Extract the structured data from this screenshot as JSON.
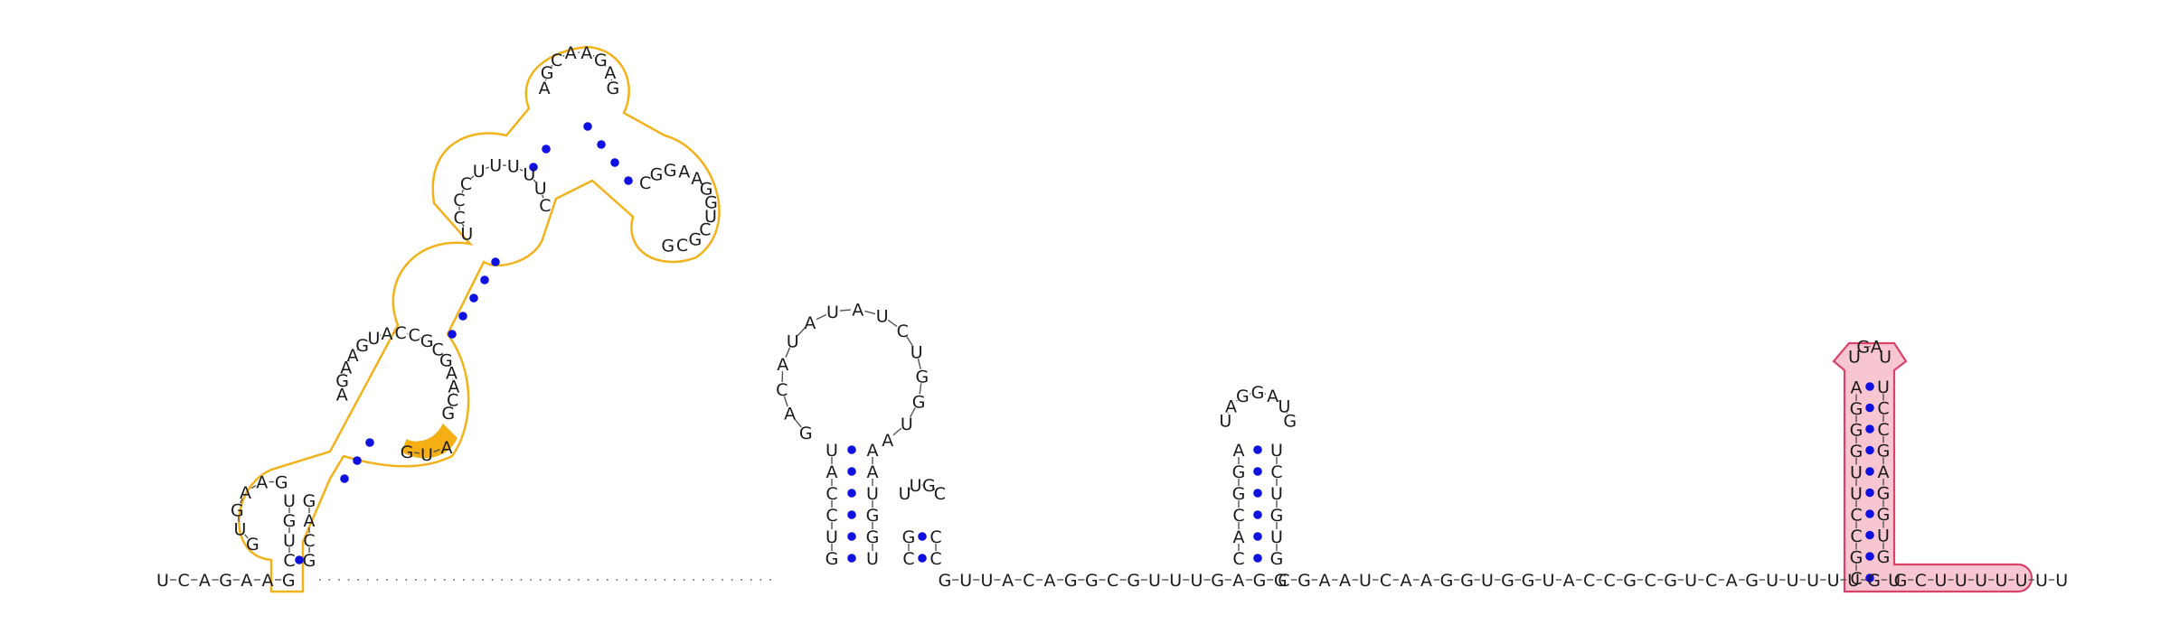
{
  "colors": {
    "highlight_yellow_stroke": "#f1b21b",
    "highlight_yellow_fill": "#ffffff",
    "highlight_yellow_solid": "#f6ae15",
    "highlight_pink_stroke": "#d9426b",
    "highlight_pink_fill": "#f7c6d0",
    "pair_dot": "#1010e0",
    "backbone": "#555555",
    "base_text": "#1a1a1a"
  },
  "diagram": {
    "five_prime_tail": "UCAGAAG",
    "helix_yellow_stem_left": "CUGU",
    "helix_yellow_stem_right": "GCAG",
    "loop_yellow_bottom_left": "GUGAAG",
    "loop_yellow_middle": "AGAAGUACCGCGAACG",
    "loop_yellow_upper": "UCCCUUUUUC",
    "loop_yellow_top": "AGCAAGAG",
    "loop_yellow_right": "CGGAAGGUCGCG",
    "pseudoknot_highlight": "GUA",
    "stem1_left": "GUCCAU",
    "stem1_right": "UGGUAA",
    "hairpin1_loop": "GACAUAUAUCUGGUA",
    "stem2_left": "CG",
    "stem2_right": "CC",
    "hairpin2_loop": "UUGC",
    "linker1": "GUUACAGGCGUUUGAGG",
    "stem3_left": "CACGGA",
    "stem3_right": "GUGUCU",
    "hairpin3_loop": "UAGGAUG",
    "linker2": "CGAAUCAAGGUGGUACCGCGUCAGUUUUUGU",
    "terminator_stem_left": "CGCCUUGGGA",
    "terminator_stem_right": "GUGGAGCCU",
    "terminator_loop": "UGAU",
    "three_prime_tail": "GCUUUUUUU"
  }
}
